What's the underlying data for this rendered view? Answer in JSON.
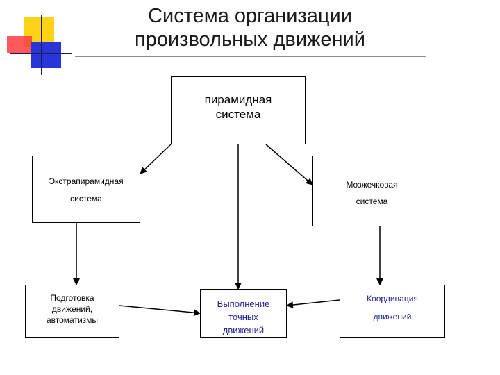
{
  "title": {
    "line1": "Система организации",
    "line2": "произвольных движений"
  },
  "nodes": {
    "pyramid": {
      "line1": "пирамидная",
      "line2": "система"
    },
    "extra": {
      "line1": "Экстрапирамидная",
      "line2": "система"
    },
    "cerebellar": {
      "line1": "Мозжечковая",
      "line2": "система"
    },
    "preparation": {
      "line1": "Подготовка",
      "line2": "движений,",
      "line3": "автоматизмы"
    },
    "execution": {
      "line1": "Выполнение",
      "line2": "точных",
      "line3": "движений"
    },
    "coordination": {
      "line1": "Координация",
      "line2": "движений"
    }
  },
  "colors": {
    "execution_text": "#1f1f8c",
    "coordination_text": "#1f1f8c"
  }
}
